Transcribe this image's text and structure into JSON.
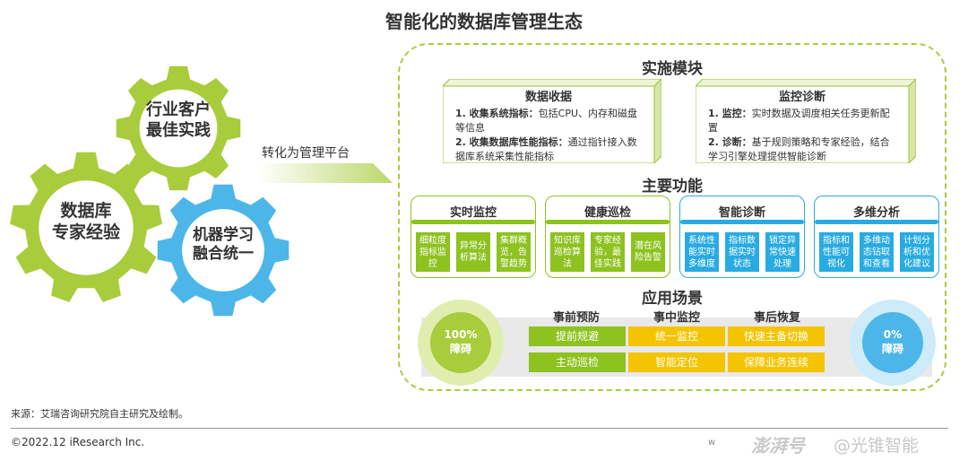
{
  "title": "智能化的数据库管理生态",
  "gears": {
    "industry": {
      "line1": "行业客户",
      "line2": "最佳实践"
    },
    "dba": {
      "line1": "数据库",
      "line2": "专家经验"
    },
    "ml": {
      "line1": "机器学习",
      "line2": "融合统一"
    }
  },
  "arrow_label": "转化为管理平台",
  "implementation": {
    "title": "实施模块",
    "collect": {
      "title": "数据收据",
      "item1_bold": "1. 收集系统指标：",
      "item1_text": "包括CPU、内存和磁盘等信息",
      "item2_bold": "2. 收集数据库性能指标：",
      "item2_text": "通过指针接入数据库系统采集性能指标"
    },
    "monitor": {
      "title": "监控诊断",
      "item1_bold": "1. 监控：",
      "item1_text": "实时数据及调度相关任务更新配置",
      "item2_bold": "2. 诊断：",
      "item2_text": "基于规则策略和专家经验，结合学习引擎处理提供智能诊断"
    }
  },
  "functions": {
    "title": "主要功能",
    "cards": [
      {
        "title": "实时监控",
        "chips": [
          "细粒度指标监控",
          "异常分析算法",
          "集群概览，告警趋势"
        ]
      },
      {
        "title": "健康巡检",
        "chips": [
          "知识库巡检算法",
          "专家经验，最佳实践",
          "潜在风险告警"
        ]
      },
      {
        "title": "智能诊断",
        "chips": [
          "系统性能实时多维度",
          "指标数据实时状态",
          "锁定异常快速处理"
        ]
      },
      {
        "title": "多维分析",
        "chips": [
          "指标和性能可视化",
          "多维动态钻取和查看",
          "计划分析和优化建议"
        ]
      }
    ]
  },
  "scenarios": {
    "title": "应用场景",
    "left_circle": {
      "line1": "100%",
      "line2": "障碍"
    },
    "right_circle": {
      "line1": "0%",
      "line2": "障碍"
    },
    "columns": [
      {
        "header": "事前预防",
        "items": [
          "提前规避",
          "主动巡检"
        ]
      },
      {
        "header": "事中监控",
        "items": [
          "统一监控",
          "智能定位"
        ]
      },
      {
        "header": "事后恢复",
        "items": [
          "快速主备切换",
          "保障业务连续"
        ]
      }
    ]
  },
  "footer": {
    "source": "来源：艾瑞咨询研究院自主研究及绘制。",
    "copyright": "©2022.12 iResearch Inc.",
    "watermark_brand": "澎湃号",
    "watermark_author": "@光锥智能",
    "watermark_partial": "w"
  },
  "colors": {
    "green": "#8dc21f",
    "green_light": "#a9cc3c",
    "blue": "#29abe2",
    "yellow": "#f5c400",
    "gear_green": "#a9cc3c",
    "gear_blue": "#4db6e8"
  }
}
